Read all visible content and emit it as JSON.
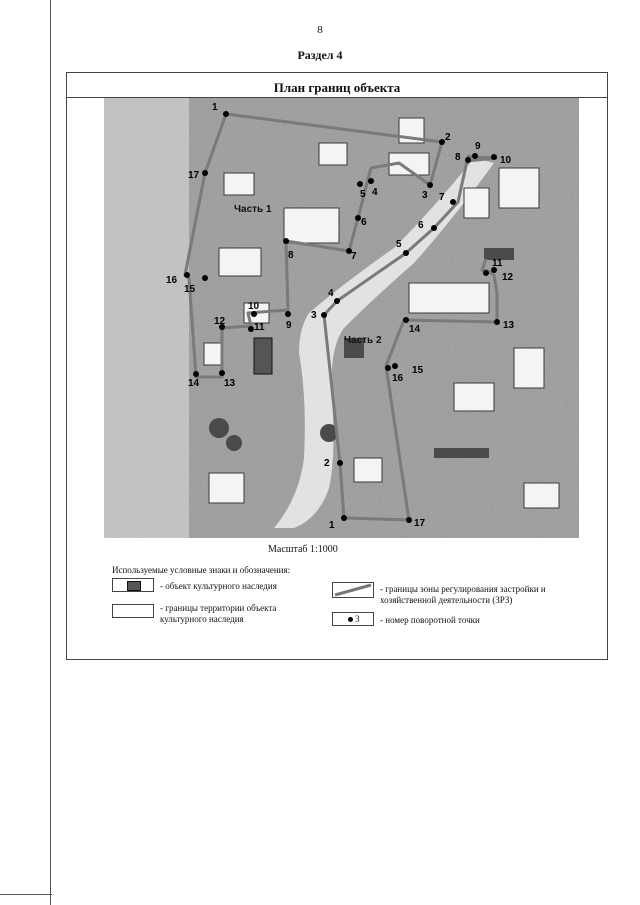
{
  "page": {
    "number": "8",
    "section": "Раздел 4"
  },
  "plan": {
    "title": "План границ объекта",
    "part_1_label": "Часть 1",
    "part_2_label": "Часть 2",
    "scale": "Масштаб 1:1000"
  },
  "legend": {
    "heading": "Используемые условные знаки и обозначения:",
    "heritage_object": "- объект культурного наследия",
    "territory_boundary": "- границы территории объекта культурного наследия",
    "zrz_boundary": "- границы зоны регулирования застройки и хозяйственной деятельности (ЗРЗ)",
    "turning_point": "- номер поворотной точки",
    "turning_point_sample": "3"
  },
  "turning_points": {
    "part_1": [
      "1",
      "2",
      "3",
      "4",
      "5",
      "6",
      "7",
      "8",
      "9",
      "10",
      "11",
      "12",
      "13",
      "14",
      "15",
      "16",
      "17"
    ],
    "part_2": [
      "1",
      "2",
      "3",
      "4",
      "5",
      "6",
      "7",
      "8",
      "9",
      "10",
      "11",
      "12",
      "13",
      "14",
      "15",
      "16",
      "17"
    ]
  },
  "colors": {
    "boundary": "#7a7a7a",
    "point": "#000000",
    "heritage": "#555555"
  }
}
